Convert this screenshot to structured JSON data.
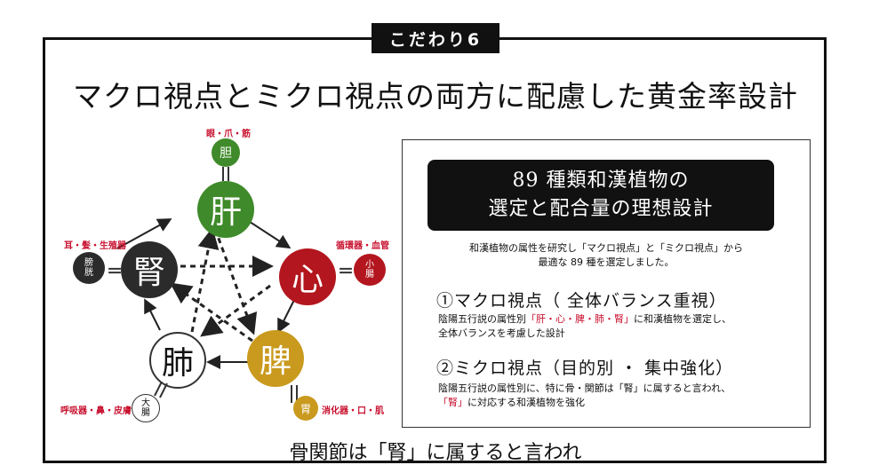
{
  "badge": "こだわり6",
  "title": "マクロ視点とミクロ視点の両方に配慮した黄金率設計",
  "diagram": {
    "liver": {
      "main": "肝",
      "sub": "胆",
      "label": "眼・爪・筋",
      "color": "#3f8a2a"
    },
    "heart": {
      "main": "心",
      "sub_l1": "小",
      "sub_l2": "腸",
      "label": "循環器・血管",
      "color": "#b3161e"
    },
    "spleen": {
      "main": "脾",
      "sub": "胃",
      "label": "消化器・口・肌",
      "color": "#c99a1e"
    },
    "lung": {
      "main": "肺",
      "sub_l1": "大",
      "sub_l2": "腸",
      "label": "呼吸器・鼻・皮膚"
    },
    "kidney": {
      "main": "腎",
      "sub_l1": "膀",
      "sub_l2": "胱",
      "label": "耳・髪・生殖器",
      "color": "#2b2b2b"
    }
  },
  "info": {
    "head_line1": "89 種類和漢植物の",
    "head_line2": "選定と配合量の理想設計",
    "desc_line1": "和漢植物の属性を研究し「マクロ視点」と「ミクロ視点」から",
    "desc_line2": "最適な 89 種を選定しました。",
    "sec1_title": "①マクロ視点（ 全体バランス重視）",
    "sec1_l1_pre": "陰陽五行説の属性別",
    "sec1_l1_red": "「肝・心・脾・肺・腎」",
    "sec1_l1_post": "に和漢植物を選定し、",
    "sec1_l2": "全体バランスを考慮した設計",
    "sec2_title": "②ミクロ視点（目的別 ・ 集中強化）",
    "sec2_l1": "陰陽五行説の属性別に、特に骨・関節は「腎」に属すると言われ、",
    "sec2_l2_red": "「腎」",
    "sec2_l2_post": "に対応する和漢植物を強化"
  },
  "bottom_text": "骨関節は「腎」に属すると言われ"
}
